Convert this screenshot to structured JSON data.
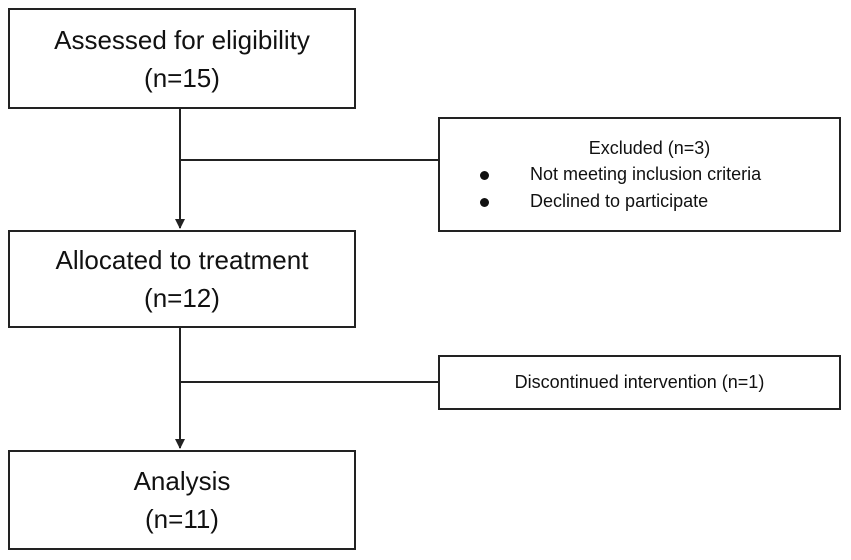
{
  "flow": {
    "assessed": {
      "title": "Assessed for eligibility",
      "count": "(n=15)"
    },
    "allocated": {
      "title": "Allocated to treatment",
      "count": "(n=12)"
    },
    "analysis": {
      "title": "Analysis",
      "count": "(n=11)"
    }
  },
  "excluded": {
    "title": "Excluded (n=3)",
    "reasons": [
      "Not meeting inclusion criteria",
      "Declined to participate"
    ]
  },
  "discontinued": {
    "label": "Discontinued intervention (n=1)"
  },
  "colors": {
    "stroke": "#222222",
    "text": "#111111",
    "background": "#ffffff"
  }
}
